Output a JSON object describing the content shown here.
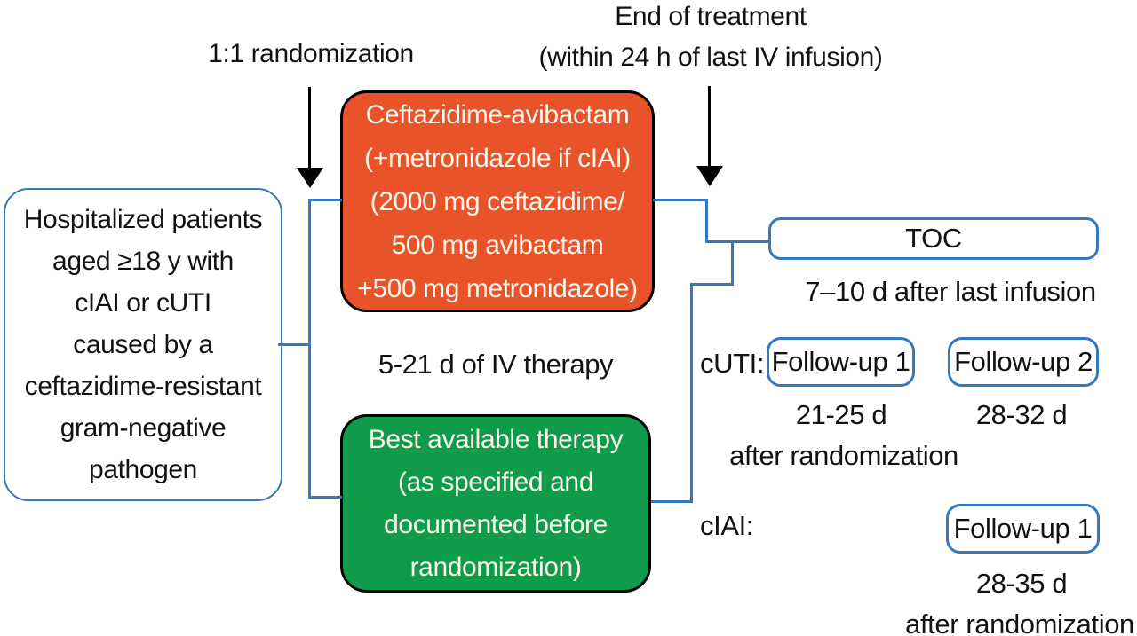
{
  "colors": {
    "arm1_fill": "#E8532A",
    "arm2_fill": "#0F9B4A",
    "line_blue": "#3578BE",
    "arm_text": "#F8F4EA",
    "text": "#121212"
  },
  "annotations": {
    "randomization": "1:1 randomization",
    "end_of_treatment_line1": "End of treatment",
    "end_of_treatment_line2": "(within 24 h of last IV infusion)",
    "therapy_duration": "5-21 d of IV therapy"
  },
  "population_box": {
    "lines": [
      "Hospitalized patients",
      "aged ≥18 y with",
      "cIAI or cUTI",
      "caused by a",
      "ceftazidime-resistant",
      "gram-negative",
      "pathogen"
    ]
  },
  "arm1_box": {
    "lines": [
      "Ceftazidime-avibactam",
      "(+metronidazole if cIAI)",
      "(2000 mg ceftazidime/",
      "500 mg avibactam",
      "+500 mg metronidazole)"
    ]
  },
  "arm2_box": {
    "lines": [
      "Best available therapy",
      "(as specified and",
      "documented before",
      "randomization)"
    ]
  },
  "toc": {
    "label": "TOC",
    "timing": "7–10 d after last infusion"
  },
  "cuti": {
    "label": "cUTI:",
    "followup1": {
      "label": "Follow-up 1",
      "timing": "21-25 d"
    },
    "followup2": {
      "label": "Follow-up 2",
      "timing": "28-32 d"
    },
    "timing_suffix": "after randomization"
  },
  "ciai": {
    "label": "cIAI:",
    "followup1": {
      "label": "Follow-up 1",
      "timing": "28-35 d"
    },
    "timing_suffix": "after randomization"
  }
}
